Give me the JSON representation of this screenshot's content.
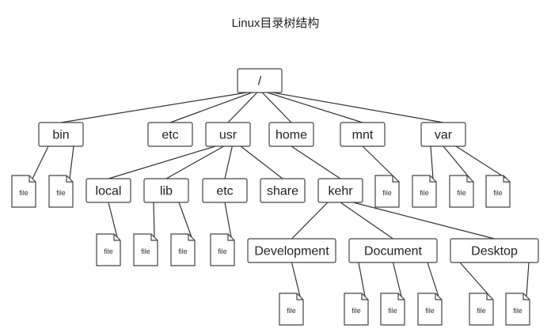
{
  "title": "Linux目录树结构",
  "file_label": "file",
  "tree": {
    "id": "root",
    "label": "/",
    "children": [
      {
        "id": "bin",
        "label": "bin",
        "children": [
          {
            "file": true
          },
          {
            "file": true
          }
        ]
      },
      {
        "id": "etc",
        "label": "etc",
        "children": []
      },
      {
        "id": "usr",
        "label": "usr",
        "children": [
          {
            "id": "usr-local",
            "label": "local",
            "children": [
              {
                "file": true
              }
            ]
          },
          {
            "id": "usr-lib",
            "label": "lib",
            "children": [
              {
                "file": true
              },
              {
                "file": true
              }
            ]
          },
          {
            "id": "usr-etc",
            "label": "etc",
            "children": [
              {
                "file": true
              }
            ]
          },
          {
            "id": "usr-share",
            "label": "share",
            "children": []
          }
        ]
      },
      {
        "id": "home",
        "label": "home",
        "children": [
          {
            "id": "home-kehr",
            "label": "kehr",
            "children": [
              {
                "id": "development",
                "label": "Development",
                "children": [
                  {
                    "file": true
                  }
                ]
              },
              {
                "id": "document",
                "label": "Document",
                "children": [
                  {
                    "file": true
                  },
                  {
                    "file": true
                  },
                  {
                    "file": true
                  }
                ]
              },
              {
                "id": "desktop",
                "label": "Desktop",
                "children": [
                  {
                    "file": true
                  },
                  {
                    "file": true
                  }
                ]
              }
            ]
          }
        ]
      },
      {
        "id": "mnt",
        "label": "mnt",
        "children": [
          {
            "file": true
          }
        ]
      },
      {
        "id": "var",
        "label": "var",
        "children": [
          {
            "file": true
          },
          {
            "file": true
          },
          {
            "file": true
          }
        ]
      }
    ]
  }
}
